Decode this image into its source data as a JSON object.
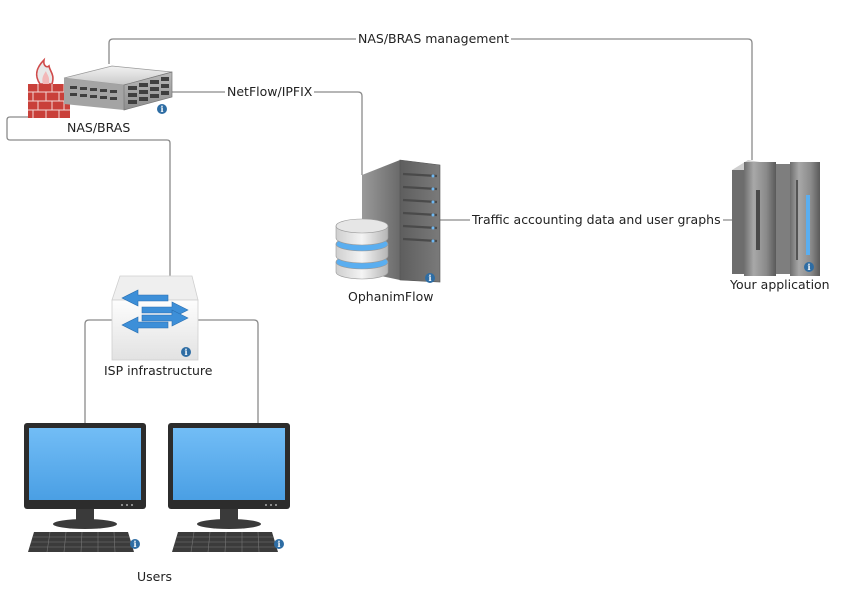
{
  "nodes": {
    "nas_bras": {
      "label": "NAS/BRAS",
      "icon": "firewall-server-icon"
    },
    "ophanim": {
      "label": "OphanimFlow",
      "icon": "database-server-icon"
    },
    "your_app": {
      "label": "Your application",
      "icon": "mainframe-server-icon"
    },
    "isp": {
      "label": "ISP infrastructure",
      "icon": "network-switch-icon"
    },
    "users": {
      "label": "Users",
      "icon": "desktop-computer-icon"
    }
  },
  "edges": {
    "management": "NAS/BRAS management",
    "netflow": "NetFlow/IPFIX",
    "traffic": "Traffic accounting data and user graphs"
  },
  "colors": {
    "line": "#8a8a8a",
    "screen": "#5aaef0",
    "server": "#6f6f6f",
    "info": "#2e6da4",
    "brick": "#c9403a",
    "switch_arrow": "#3d8fd8"
  }
}
